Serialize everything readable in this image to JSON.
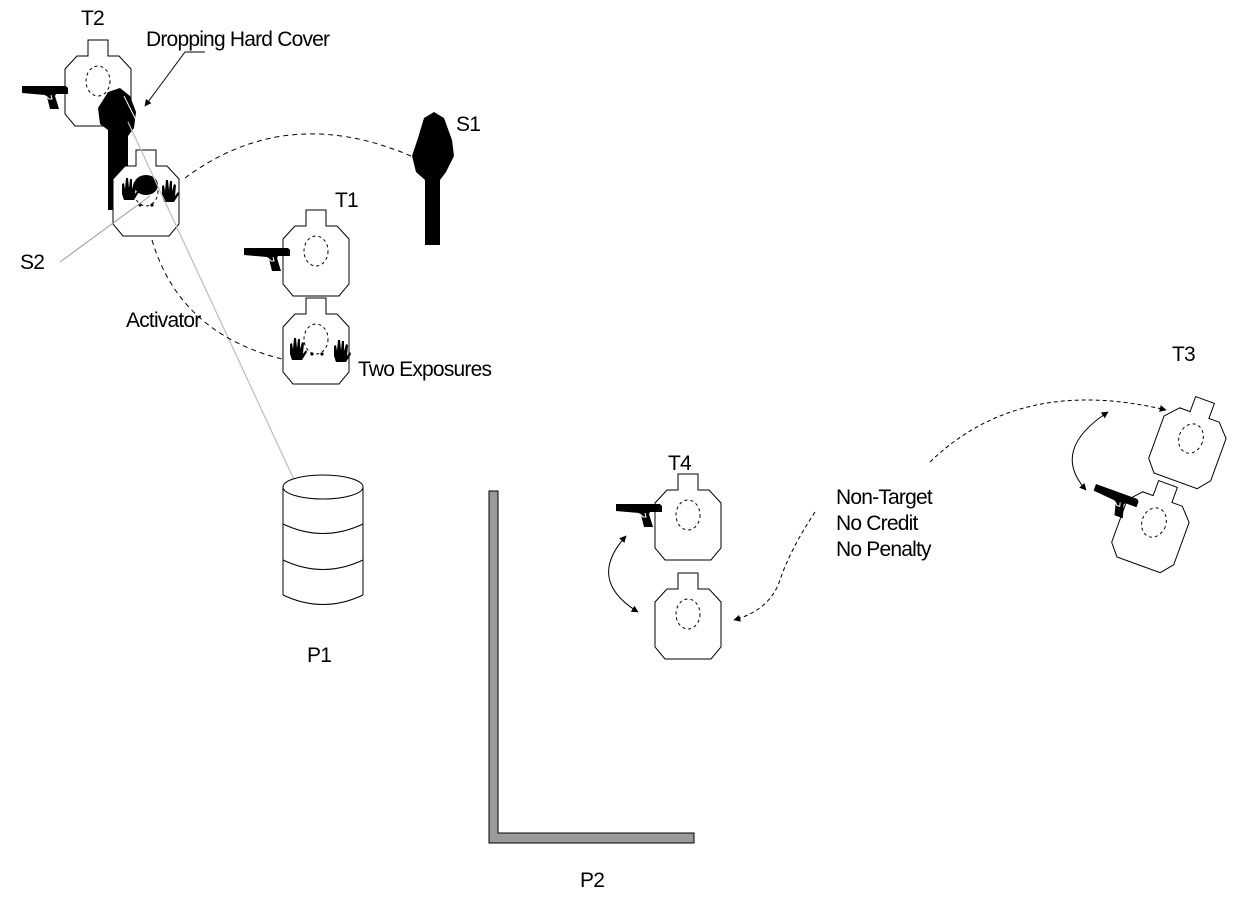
{
  "labels": {
    "t1": "T1",
    "t2": "T2",
    "t3": "T3",
    "t4": "T4",
    "s1": "S1",
    "s2": "S2",
    "p1": "P1",
    "p2": "P2",
    "dropping_hard_cover": "Dropping Hard Cover",
    "activator": "Activator",
    "two_exposures": "Two Exposures",
    "non_target_line1": "Non-Target",
    "non_target_line2": "No Credit",
    "non_target_line3": "No Penalty"
  },
  "colors": {
    "ink": "#000000",
    "wall_fill": "#9a9a9a",
    "activator_line": "#bdbdbd"
  }
}
